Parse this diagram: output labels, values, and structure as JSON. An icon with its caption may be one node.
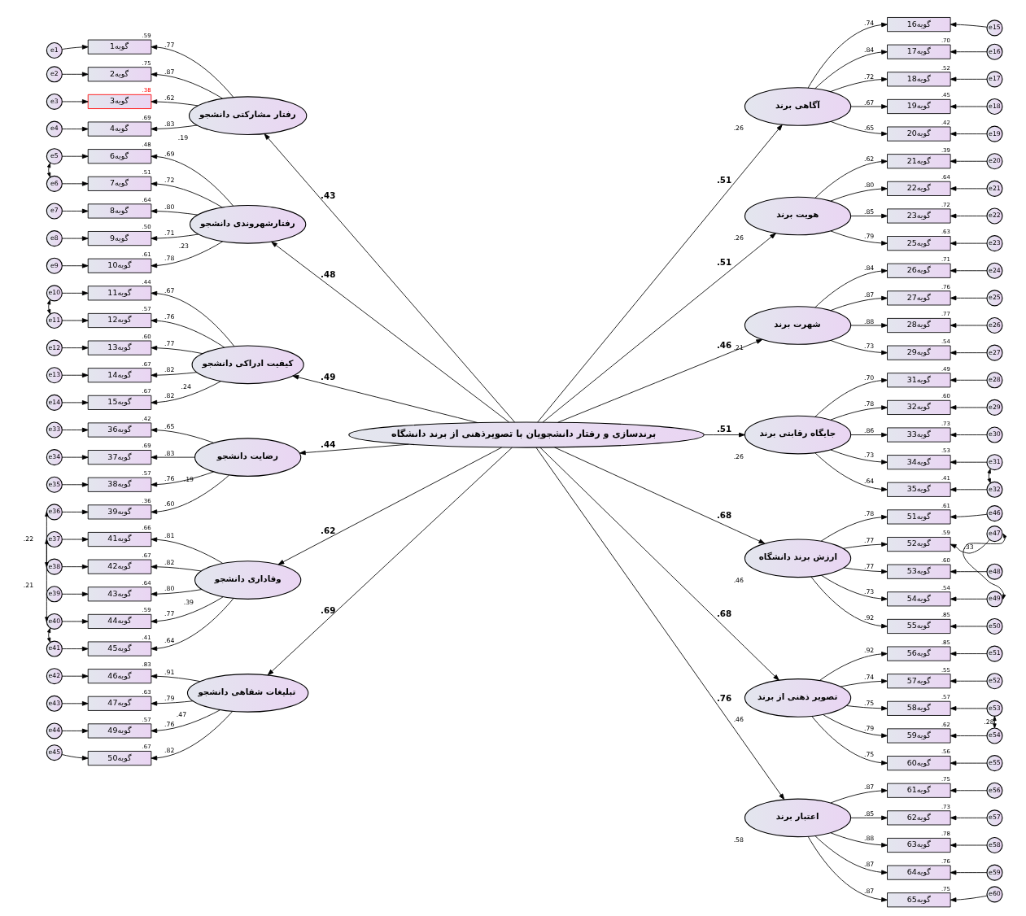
{
  "diagram": {
    "nodes": [
      {
        "text": [
          "برندسازی و رفتار دانشجویان با تصویرذهنی از برند دانشگاه"
        ]
      },
      {
        "text": [
          "رفتار مشارکتی دانشجو"
        ],
        "beside": [
          ".19"
        ]
      },
      {
        "text": [
          "گویه1"
        ],
        "beside": [
          ".59"
        ]
      },
      {
        "text": [
          "گویه2"
        ],
        "beside": [
          ".75"
        ]
      },
      {
        "text": [
          "گویه3"
        ],
        "beside": [
          ".38"
        ]
      },
      {
        "text": [
          "گویه4"
        ],
        "beside": [
          ".69"
        ]
      },
      {
        "text": [
          "e1"
        ]
      },
      {
        "text": [
          "e2"
        ]
      },
      {
        "text": [
          "e3"
        ]
      },
      {
        "text": [
          "e4"
        ]
      },
      {
        "text": [
          "رفتارشهروندی دانشجو"
        ],
        "beside": [
          ".23"
        ]
      },
      {
        "text": [
          "گویه6"
        ],
        "beside": [
          ".48"
        ]
      },
      {
        "text": [
          "گویه7"
        ],
        "beside": [
          ".51"
        ]
      },
      {
        "text": [
          "گویه8"
        ],
        "beside": [
          ".64"
        ]
      },
      {
        "text": [
          "گویه9"
        ],
        "beside": [
          ".50"
        ]
      },
      {
        "text": [
          "گویه10"
        ],
        "beside": [
          ".61"
        ]
      },
      {
        "text": [
          "e5"
        ]
      },
      {
        "text": [
          "e6"
        ]
      },
      {
        "text": [
          "e7"
        ]
      },
      {
        "text": [
          "e8"
        ]
      },
      {
        "text": [
          "e9"
        ]
      },
      {
        "text": [
          "کیفیت ادراکی دانشجو"
        ],
        "beside": [
          ".24"
        ]
      },
      {
        "text": [
          "گویه11"
        ],
        "beside": [
          ".44"
        ]
      },
      {
        "text": [
          "گویه12"
        ],
        "beside": [
          ".57"
        ]
      },
      {
        "text": [
          "گویه13"
        ],
        "beside": [
          ".60"
        ]
      },
      {
        "text": [
          "گویه14"
        ],
        "beside": [
          ".67"
        ]
      },
      {
        "text": [
          "گویه15"
        ],
        "beside": [
          ".67"
        ]
      },
      {
        "text": [
          "e10"
        ]
      },
      {
        "text": [
          "e11"
        ]
      },
      {
        "text": [
          "e12"
        ]
      },
      {
        "text": [
          "e13"
        ]
      },
      {
        "text": [
          "e14"
        ]
      },
      {
        "text": [
          "رضایت دانشجو"
        ],
        "beside": [
          ".19"
        ]
      },
      {
        "text": [
          "گویه36"
        ],
        "beside": [
          ".42"
        ]
      },
      {
        "text": [
          "گویه37"
        ],
        "beside": [
          ".69"
        ]
      },
      {
        "text": [
          "گویه38"
        ],
        "beside": [
          ".57"
        ]
      },
      {
        "text": [
          "گویه39"
        ],
        "beside": [
          ".36"
        ]
      },
      {
        "text": [
          "e33"
        ]
      },
      {
        "text": [
          "e34"
        ]
      },
      {
        "text": [
          "e35"
        ]
      },
      {
        "text": [
          "e36"
        ]
      },
      {
        "text": [
          "وفاداری دانشجو"
        ],
        "beside": [
          ".39"
        ]
      },
      {
        "text": [
          "گویه41"
        ],
        "beside": [
          ".66"
        ]
      },
      {
        "text": [
          "گویه42"
        ],
        "beside": [
          ".67"
        ]
      },
      {
        "text": [
          "گویه43"
        ],
        "beside": [
          ".64"
        ]
      },
      {
        "text": [
          "گویه44"
        ],
        "beside": [
          ".59"
        ]
      },
      {
        "text": [
          "گویه45"
        ],
        "beside": [
          ".41"
        ]
      },
      {
        "text": [
          "e37"
        ]
      },
      {
        "text": [
          "e38"
        ]
      },
      {
        "text": [
          "e39"
        ]
      },
      {
        "text": [
          "e40"
        ]
      },
      {
        "text": [
          "e41"
        ]
      },
      {
        "text": [
          "تبلیغات شفاهی دانشجو"
        ],
        "beside": [
          ".47"
        ]
      },
      {
        "text": [
          "گویه46"
        ],
        "beside": [
          ".83"
        ]
      },
      {
        "text": [
          "گویه47"
        ],
        "beside": [
          ".63"
        ]
      },
      {
        "text": [
          "گویه49"
        ],
        "beside": [
          ".57"
        ]
      },
      {
        "text": [
          "گویه50"
        ],
        "beside": [
          ".67"
        ]
      },
      {
        "text": [
          "e42"
        ]
      },
      {
        "text": [
          "e43"
        ]
      },
      {
        "text": [
          "e44"
        ]
      },
      {
        "text": [
          "e45"
        ]
      },
      {
        "text": [
          "آگاهی برند"
        ],
        "beside": [
          ".26"
        ]
      },
      {
        "text": [
          "گویه16"
        ]
      },
      {
        "text": [
          "گویه17"
        ],
        "beside": [
          ".70"
        ]
      },
      {
        "text": [
          "گویه18"
        ],
        "beside": [
          ".52"
        ]
      },
      {
        "text": [
          "گویه19"
        ],
        "beside": [
          ".45"
        ]
      },
      {
        "text": [
          "گویه20"
        ],
        "beside": [
          ".42"
        ]
      },
      {
        "text": [
          "e15"
        ]
      },
      {
        "text": [
          "e16"
        ]
      },
      {
        "text": [
          "e17"
        ]
      },
      {
        "text": [
          "e18"
        ]
      },
      {
        "text": [
          "e19"
        ]
      },
      {
        "text": [
          "هویت برند"
        ],
        "beside": [
          ".26"
        ]
      },
      {
        "text": [
          "گویه21"
        ],
        "beside": [
          ".39"
        ]
      },
      {
        "text": [
          "گویه22"
        ],
        "beside": [
          ".64"
        ]
      },
      {
        "text": [
          "گویه23"
        ],
        "beside": [
          ".72"
        ]
      },
      {
        "text": [
          "گویه25"
        ],
        "beside": [
          ".63"
        ]
      },
      {
        "text": [
          "e20"
        ]
      },
      {
        "text": [
          "e21"
        ]
      },
      {
        "text": [
          "e22"
        ]
      },
      {
        "text": [
          "e23"
        ]
      },
      {
        "text": [
          "شهرت برند"
        ],
        "beside": [
          ".21"
        ]
      },
      {
        "text": [
          "گویه26"
        ],
        "beside": [
          ".71"
        ]
      },
      {
        "text": [
          "گویه27"
        ],
        "beside": [
          ".76"
        ]
      },
      {
        "text": [
          "گویه28"
        ],
        "beside": [
          ".77"
        ]
      },
      {
        "text": [
          "گویه29"
        ],
        "beside": [
          ".54"
        ]
      },
      {
        "text": [
          "e24"
        ]
      },
      {
        "text": [
          "e25"
        ]
      },
      {
        "text": [
          "e26"
        ]
      },
      {
        "text": [
          "e27"
        ]
      },
      {
        "text": [
          "جایگاه رقابتی برند"
        ],
        "beside": [
          ".26"
        ]
      },
      {
        "text": [
          "گویه31"
        ],
        "beside": [
          ".49"
        ]
      },
      {
        "text": [
          "گویه32"
        ],
        "beside": [
          ".60"
        ]
      },
      {
        "text": [
          "گویه33"
        ],
        "beside": [
          ".73"
        ]
      },
      {
        "text": [
          "گویه34"
        ],
        "beside": [
          ".53"
        ]
      },
      {
        "text": [
          "گویه35"
        ],
        "beside": [
          ".41"
        ]
      },
      {
        "text": [
          "e28"
        ]
      },
      {
        "text": [
          "e29"
        ]
      },
      {
        "text": [
          "e30"
        ]
      },
      {
        "text": [
          "e31"
        ]
      },
      {
        "text": [
          "e32"
        ]
      },
      {
        "text": [
          "ارزش برند دانشگاه"
        ],
        "beside": [
          ".46"
        ]
      },
      {
        "text": [
          "گویه51"
        ],
        "beside": [
          ".61"
        ]
      },
      {
        "text": [
          "گویه52"
        ],
        "beside": [
          ".59"
        ]
      },
      {
        "text": [
          "گویه53"
        ],
        "beside": [
          ".60"
        ]
      },
      {
        "text": [
          "گویه54"
        ],
        "beside": [
          ".54"
        ]
      },
      {
        "text": [
          "گویه55"
        ],
        "beside": [
          ".85"
        ]
      },
      {
        "text": [
          "e46"
        ]
      },
      {
        "text": [
          "e47"
        ]
      },
      {
        "text": [
          "e48"
        ]
      },
      {
        "text": [
          "e49"
        ]
      },
      {
        "text": [
          "e50"
        ]
      },
      {
        "text": [
          "تصویر ذهنی از برند"
        ],
        "beside": [
          ".46"
        ]
      },
      {
        "text": [
          "گویه56"
        ],
        "beside": [
          ".85"
        ]
      },
      {
        "text": [
          "گویه57"
        ],
        "beside": [
          ".55"
        ]
      },
      {
        "text": [
          "گویه58"
        ],
        "beside": [
          ".57"
        ]
      },
      {
        "text": [
          "گویه59"
        ],
        "beside": [
          ".62"
        ]
      },
      {
        "text": [
          "گویه60"
        ],
        "beside": [
          ".56"
        ]
      },
      {
        "text": [
          "e51"
        ]
      },
      {
        "text": [
          "e52"
        ]
      },
      {
        "text": [
          "e53"
        ]
      },
      {
        "text": [
          "e54"
        ]
      },
      {
        "text": [
          "e55"
        ]
      },
      {
        "text": [
          "اعتبار برند"
        ],
        "beside": [
          ".58"
        ]
      },
      {
        "text": [
          "گویه61"
        ],
        "beside": [
          ".75"
        ]
      },
      {
        "text": [
          "گویه62"
        ],
        "beside": [
          ".73"
        ]
      },
      {
        "text": [
          "گویه63"
        ],
        "beside": [
          ".78"
        ]
      },
      {
        "text": [
          "گویه64"
        ],
        "beside": [
          ".76"
        ]
      },
      {
        "text": [
          "گویه65"
        ],
        "beside": [
          ".75"
        ]
      },
      {
        "text": [
          "e56"
        ]
      },
      {
        "text": [
          "e57"
        ]
      },
      {
        "text": [
          "e58"
        ]
      },
      {
        "text": [
          "e59"
        ]
      },
      {
        "text": [
          "e60"
        ]
      }
    ],
    "edges": [
      {
        "from": 0,
        "to": 1,
        "arrow": "to",
        "label": ".43"
      },
      {
        "from": 0,
        "to": 10,
        "arrow": "to",
        "label": ".48"
      },
      {
        "from": 0,
        "to": 21,
        "arrow": "to",
        "label": ".49"
      },
      {
        "from": 0,
        "to": 32,
        "arrow": "to",
        "label": ".44"
      },
      {
        "from": 0,
        "to": 41,
        "arrow": "to",
        "label": ".62"
      },
      {
        "from": 0,
        "to": 52,
        "arrow": "to",
        "label": ".69"
      },
      {
        "from": 0,
        "to": 61,
        "arrow": "to",
        "label": ".51"
      },
      {
        "from": 0,
        "to": 72,
        "arrow": "to",
        "label": ".51"
      },
      {
        "from": 0,
        "to": 81,
        "arrow": "to",
        "label": ".46"
      },
      {
        "from": 0,
        "to": 90,
        "arrow": "to",
        "label": ".51"
      },
      {
        "from": 0,
        "to": 101,
        "arrow": "to",
        "label": ".68"
      },
      {
        "from": 0,
        "to": 112,
        "arrow": "to",
        "label": ".68"
      },
      {
        "from": 0,
        "to": 123,
        "arrow": "to",
        "label": ".76"
      },
      {
        "from": 1,
        "to": 2,
        "arrow": "to",
        "label": ".77"
      },
      {
        "from": 1,
        "to": 3,
        "arrow": "to",
        "label": ".87"
      },
      {
        "from": 1,
        "to": 4,
        "arrow": "to",
        "label": ".62"
      },
      {
        "from": 1,
        "to": 5,
        "arrow": "to",
        "label": ".83"
      },
      {
        "from": 6,
        "to": 2,
        "arrow": "to"
      },
      {
        "from": 7,
        "to": 3,
        "arrow": "to"
      },
      {
        "from": 8,
        "to": 4,
        "arrow": "to"
      },
      {
        "from": 9,
        "to": 5,
        "arrow": "to"
      },
      {
        "from": 10,
        "to": 11,
        "arrow": "to",
        "label": ".69"
      },
      {
        "from": 10,
        "to": 12,
        "arrow": "to",
        "label": ".72"
      },
      {
        "from": 10,
        "to": 13,
        "arrow": "to",
        "label": ".80"
      },
      {
        "from": 10,
        "to": 14,
        "arrow": "to",
        "label": ".71"
      },
      {
        "from": 10,
        "to": 15,
        "arrow": "to",
        "label": ".78"
      },
      {
        "from": 16,
        "to": 11,
        "arrow": "to"
      },
      {
        "from": 17,
        "to": 12,
        "arrow": "to"
      },
      {
        "from": 18,
        "to": 13,
        "arrow": "to"
      },
      {
        "from": 19,
        "to": 14,
        "arrow": "to"
      },
      {
        "from": 20,
        "to": 15,
        "arrow": "to"
      },
      {
        "from": 21,
        "to": 22,
        "arrow": "to",
        "label": ".67"
      },
      {
        "from": 21,
        "to": 23,
        "arrow": "to",
        "label": ".76"
      },
      {
        "from": 21,
        "to": 24,
        "arrow": "to",
        "label": ".77"
      },
      {
        "from": 21,
        "to": 25,
        "arrow": "to",
        "label": ".82"
      },
      {
        "from": 21,
        "to": 26,
        "arrow": "to",
        "label": ".82"
      },
      {
        "from": 27,
        "to": 22,
        "arrow": "to"
      },
      {
        "from": 28,
        "to": 23,
        "arrow": "to"
      },
      {
        "from": 29,
        "to": 24,
        "arrow": "to"
      },
      {
        "from": 30,
        "to": 25,
        "arrow": "to"
      },
      {
        "from": 31,
        "to": 26,
        "arrow": "to"
      },
      {
        "from": 32,
        "to": 33,
        "arrow": "to",
        "label": ".65"
      },
      {
        "from": 32,
        "to": 34,
        "arrow": "to",
        "label": ".83"
      },
      {
        "from": 32,
        "to": 35,
        "arrow": "to",
        "label": ".76"
      },
      {
        "from": 32,
        "to": 36,
        "arrow": "to",
        "label": ".60"
      },
      {
        "from": 37,
        "to": 33,
        "arrow": "to"
      },
      {
        "from": 38,
        "to": 34,
        "arrow": "to"
      },
      {
        "from": 39,
        "to": 35,
        "arrow": "to"
      },
      {
        "from": 40,
        "to": 36,
        "arrow": "to"
      },
      {
        "from": 41,
        "to": 42,
        "arrow": "to",
        "label": ".81"
      },
      {
        "from": 41,
        "to": 43,
        "arrow": "to",
        "label": ".82"
      },
      {
        "from": 41,
        "to": 44,
        "arrow": "to",
        "label": ".80"
      },
      {
        "from": 41,
        "to": 45,
        "arrow": "to",
        "label": ".77"
      },
      {
        "from": 41,
        "to": 46,
        "arrow": "to",
        "label": ".64"
      },
      {
        "from": 47,
        "to": 42,
        "arrow": "to"
      },
      {
        "from": 48,
        "to": 43,
        "arrow": "to"
      },
      {
        "from": 49,
        "to": 44,
        "arrow": "to"
      },
      {
        "from": 50,
        "to": 45,
        "arrow": "to"
      },
      {
        "from": 51,
        "to": 46,
        "arrow": "to"
      },
      {
        "from": 52,
        "to": 53,
        "arrow": "to",
        "label": ".91"
      },
      {
        "from": 52,
        "to": 54,
        "arrow": "to",
        "label": ".79"
      },
      {
        "from": 52,
        "to": 55,
        "arrow": "to",
        "label": ".76"
      },
      {
        "from": 52,
        "to": 56,
        "arrow": "to",
        "label": ".82"
      },
      {
        "from": 57,
        "to": 53,
        "arrow": "to"
      },
      {
        "from": 58,
        "to": 54,
        "arrow": "to"
      },
      {
        "from": 59,
        "to": 55,
        "arrow": "to"
      },
      {
        "from": 60,
        "to": 56,
        "arrow": "to"
      },
      {
        "from": 61,
        "to": 62,
        "arrow": "to",
        "label": ".74"
      },
      {
        "from": 61,
        "to": 63,
        "arrow": "to",
        "label": ".84"
      },
      {
        "from": 61,
        "to": 64,
        "arrow": "to",
        "label": ".72"
      },
      {
        "from": 61,
        "to": 65,
        "arrow": "to",
        "label": ".67"
      },
      {
        "from": 61,
        "to": 66,
        "arrow": "to",
        "label": ".65"
      },
      {
        "from": 67,
        "to": 62,
        "arrow": "to"
      },
      {
        "from": 68,
        "to": 63,
        "arrow": "to"
      },
      {
        "from": 69,
        "to": 64,
        "arrow": "to"
      },
      {
        "from": 70,
        "to": 65,
        "arrow": "to"
      },
      {
        "from": 71,
        "to": 66,
        "arrow": "to"
      },
      {
        "from": 72,
        "to": 73,
        "arrow": "to",
        "label": ".62"
      },
      {
        "from": 72,
        "to": 74,
        "arrow": "to",
        "label": ".80"
      },
      {
        "from": 72,
        "to": 75,
        "arrow": "to",
        "label": ".85"
      },
      {
        "from": 72,
        "to": 76,
        "arrow": "to",
        "label": ".79"
      },
      {
        "from": 77,
        "to": 73,
        "arrow": "to"
      },
      {
        "from": 78,
        "to": 74,
        "arrow": "to"
      },
      {
        "from": 79,
        "to": 75,
        "arrow": "to"
      },
      {
        "from": 80,
        "to": 76,
        "arrow": "to"
      },
      {
        "from": 81,
        "to": 82,
        "arrow": "to",
        "label": ".84"
      },
      {
        "from": 81,
        "to": 83,
        "arrow": "to",
        "label": ".87"
      },
      {
        "from": 81,
        "to": 84,
        "arrow": "to",
        "label": ".88"
      },
      {
        "from": 81,
        "to": 85,
        "arrow": "to",
        "label": ".73"
      },
      {
        "from": 86,
        "to": 82,
        "arrow": "to"
      },
      {
        "from": 87,
        "to": 83,
        "arrow": "to"
      },
      {
        "from": 88,
        "to": 84,
        "arrow": "to"
      },
      {
        "from": 89,
        "to": 85,
        "arrow": "to"
      },
      {
        "from": 90,
        "to": 91,
        "arrow": "to",
        "label": ".70"
      },
      {
        "from": 90,
        "to": 92,
        "arrow": "to",
        "label": ".78"
      },
      {
        "from": 90,
        "to": 93,
        "arrow": "to",
        "label": ".86"
      },
      {
        "from": 90,
        "to": 94,
        "arrow": "to",
        "label": ".73"
      },
      {
        "from": 90,
        "to": 95,
        "arrow": "to",
        "label": ".64"
      },
      {
        "from": 96,
        "to": 91,
        "arrow": "to"
      },
      {
        "from": 97,
        "to": 92,
        "arrow": "to"
      },
      {
        "from": 98,
        "to": 93,
        "arrow": "to"
      },
      {
        "from": 99,
        "to": 94,
        "arrow": "to"
      },
      {
        "from": 100,
        "to": 95,
        "arrow": "to"
      },
      {
        "from": 101,
        "to": 102,
        "arrow": "to",
        "label": ".78"
      },
      {
        "from": 101,
        "to": 103,
        "arrow": "to",
        "label": ".77"
      },
      {
        "from": 101,
        "to": 104,
        "arrow": "to",
        "label": ".77"
      },
      {
        "from": 101,
        "to": 105,
        "arrow": "to",
        "label": ".73"
      },
      {
        "from": 101,
        "to": 106,
        "arrow": "to",
        "label": ".92"
      },
      {
        "from": 107,
        "to": 102,
        "arrow": "to"
      },
      {
        "from": 108,
        "to": 103,
        "arrow": "to"
      },
      {
        "from": 109,
        "to": 104,
        "arrow": "to"
      },
      {
        "from": 110,
        "to": 105,
        "arrow": "to"
      },
      {
        "from": 111,
        "to": 106,
        "arrow": "to"
      },
      {
        "from": 112,
        "to": 113,
        "arrow": "to",
        "label": ".92"
      },
      {
        "from": 112,
        "to": 114,
        "arrow": "to",
        "label": ".74"
      },
      {
        "from": 112,
        "to": 115,
        "arrow": "to",
        "label": ".75"
      },
      {
        "from": 112,
        "to": 116,
        "arrow": "to",
        "label": ".79"
      },
      {
        "from": 112,
        "to": 117,
        "arrow": "to",
        "label": ".75"
      },
      {
        "from": 118,
        "to": 113,
        "arrow": "to"
      },
      {
        "from": 119,
        "to": 114,
        "arrow": "to"
      },
      {
        "from": 120,
        "to": 115,
        "arrow": "to"
      },
      {
        "from": 121,
        "to": 116,
        "arrow": "to"
      },
      {
        "from": 122,
        "to": 117,
        "arrow": "to"
      },
      {
        "from": 123,
        "to": 124,
        "arrow": "to",
        "label": ".87"
      },
      {
        "from": 123,
        "to": 125,
        "arrow": "to",
        "label": ".85"
      },
      {
        "from": 123,
        "to": 126,
        "arrow": "to",
        "label": ".88"
      },
      {
        "from": 123,
        "to": 127,
        "arrow": "to",
        "label": ".87"
      },
      {
        "from": 123,
        "to": 128,
        "arrow": "to",
        "label": ".87"
      },
      {
        "from": 129,
        "to": 124,
        "arrow": "to"
      },
      {
        "from": 130,
        "to": 125,
        "arrow": "to"
      },
      {
        "from": 131,
        "to": 126,
        "arrow": "to"
      },
      {
        "from": 132,
        "to": 127,
        "arrow": "to"
      },
      {
        "from": 133,
        "to": 128,
        "arrow": "to"
      },
      {
        "from": 16,
        "to": 17,
        "arrow": "both"
      },
      {
        "from": 27,
        "to": 28,
        "arrow": "both"
      },
      {
        "from": 40,
        "to": 48,
        "arrow": "both",
        "label": ".22"
      },
      {
        "from": 47,
        "to": 50,
        "arrow": "both",
        "label": ".21"
      },
      {
        "from": 50,
        "to": 51,
        "arrow": "both"
      },
      {
        "from": 99,
        "to": 100,
        "arrow": "both"
      },
      {
        "from": 108,
        "to": 110,
        "arrow": "both",
        "label": ".33"
      },
      {
        "from": 120,
        "to": 121,
        "arrow": "both",
        "label": ".28"
      }
    ]
  }
}
